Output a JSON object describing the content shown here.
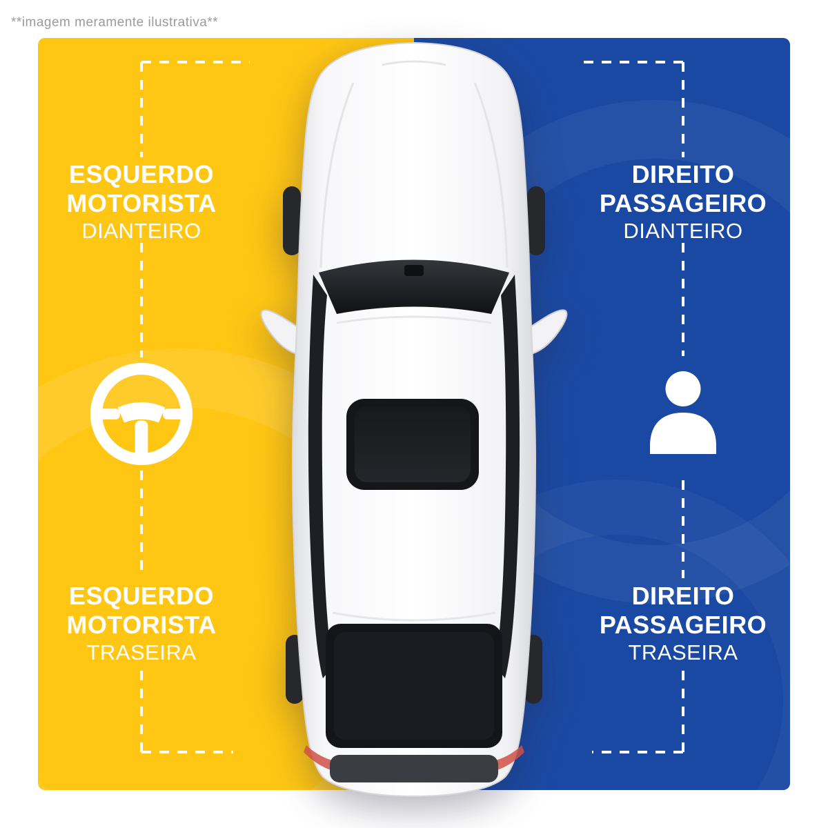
{
  "disclaimer": "**imagem meramente ilustrativa**",
  "quadrants": {
    "front_left": {
      "line1": "ESQUERDO",
      "line2": "MOTORISTA",
      "line3": "DIANTEIRO"
    },
    "rear_left": {
      "line1": "ESQUERDO",
      "line2": "MOTORISTA",
      "line3": "TRASEIRA"
    },
    "front_right": {
      "line1": "DIREITO",
      "line2": "PASSAGEIRO",
      "line3": "DIANTEIRO"
    },
    "rear_right": {
      "line1": "DIREITO",
      "line2": "PASSAGEIRO",
      "line3": "TRASEIRA"
    }
  },
  "icons": {
    "driver_side": "steering-wheel-icon",
    "passenger_side": "person-icon"
  },
  "colors": {
    "driver_side_bg": "#FFC613",
    "passenger_side_bg": "#1A49A3",
    "label_text": "#FFFFFF",
    "disclaimer_text": "#9B9B9B",
    "guide_dash": "#FFFFFF"
  }
}
